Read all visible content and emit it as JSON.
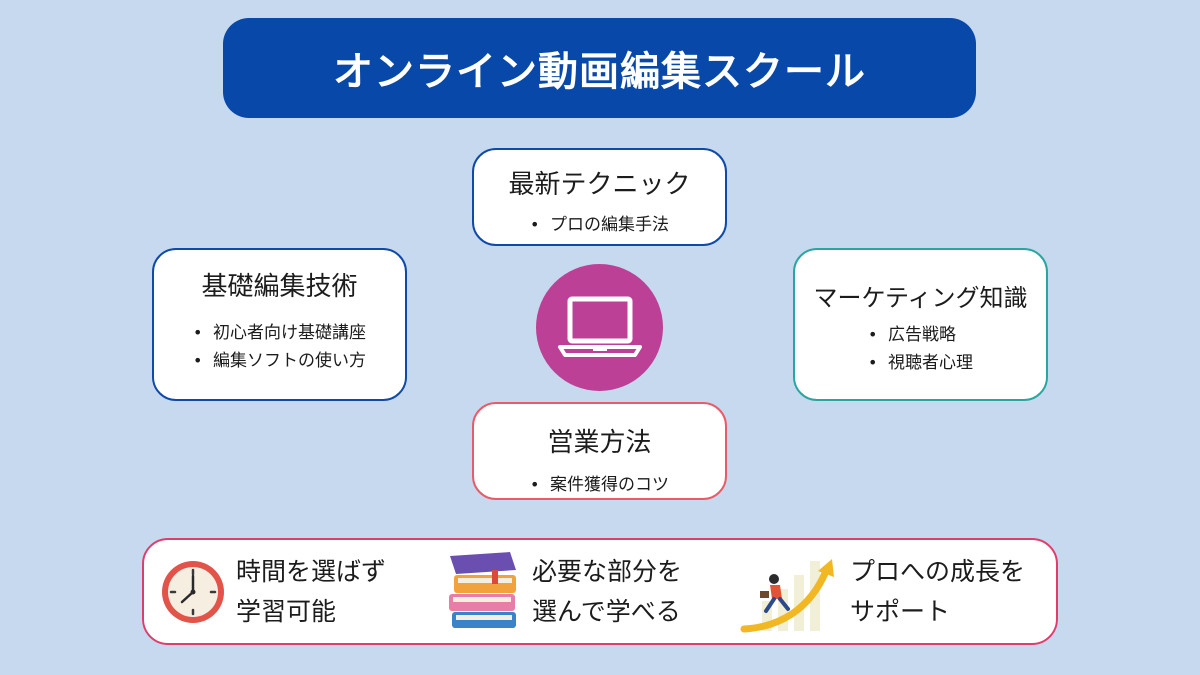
{
  "title": "オンライン動画編集スクール",
  "cards": {
    "top": {
      "heading": "最新テクニック",
      "items": [
        "プロの編集手法"
      ]
    },
    "left": {
      "heading": "基礎編集技術",
      "items": [
        "初心者向け基礎講座",
        "編集ソフトの使い方"
      ]
    },
    "right": {
      "heading": "マーケティング知識",
      "items": [
        "広告戦略",
        "視聴者心理"
      ]
    },
    "bottom": {
      "heading": "営業方法",
      "items": [
        "案件獲得のコツ"
      ]
    }
  },
  "center_icon": "laptop-icon",
  "features": [
    {
      "icon": "clock-icon",
      "line1": "時間を選ばず",
      "line2": "学習可能"
    },
    {
      "icon": "books-icon",
      "line1": "必要な部分を",
      "line2": "選んで学べる"
    },
    {
      "icon": "growth-runner-icon",
      "line1": "プロへの成長を",
      "line2": "サポート"
    }
  ],
  "colors": {
    "background": "#c7d9ee",
    "title_bar": "#0848a8",
    "laptop_circle": "#bc4096",
    "top_left_border": "#0f4aa8",
    "right_border": "#2aa6a0",
    "bottom_border": "#e85c6a",
    "features_border": "#e03d6c"
  }
}
